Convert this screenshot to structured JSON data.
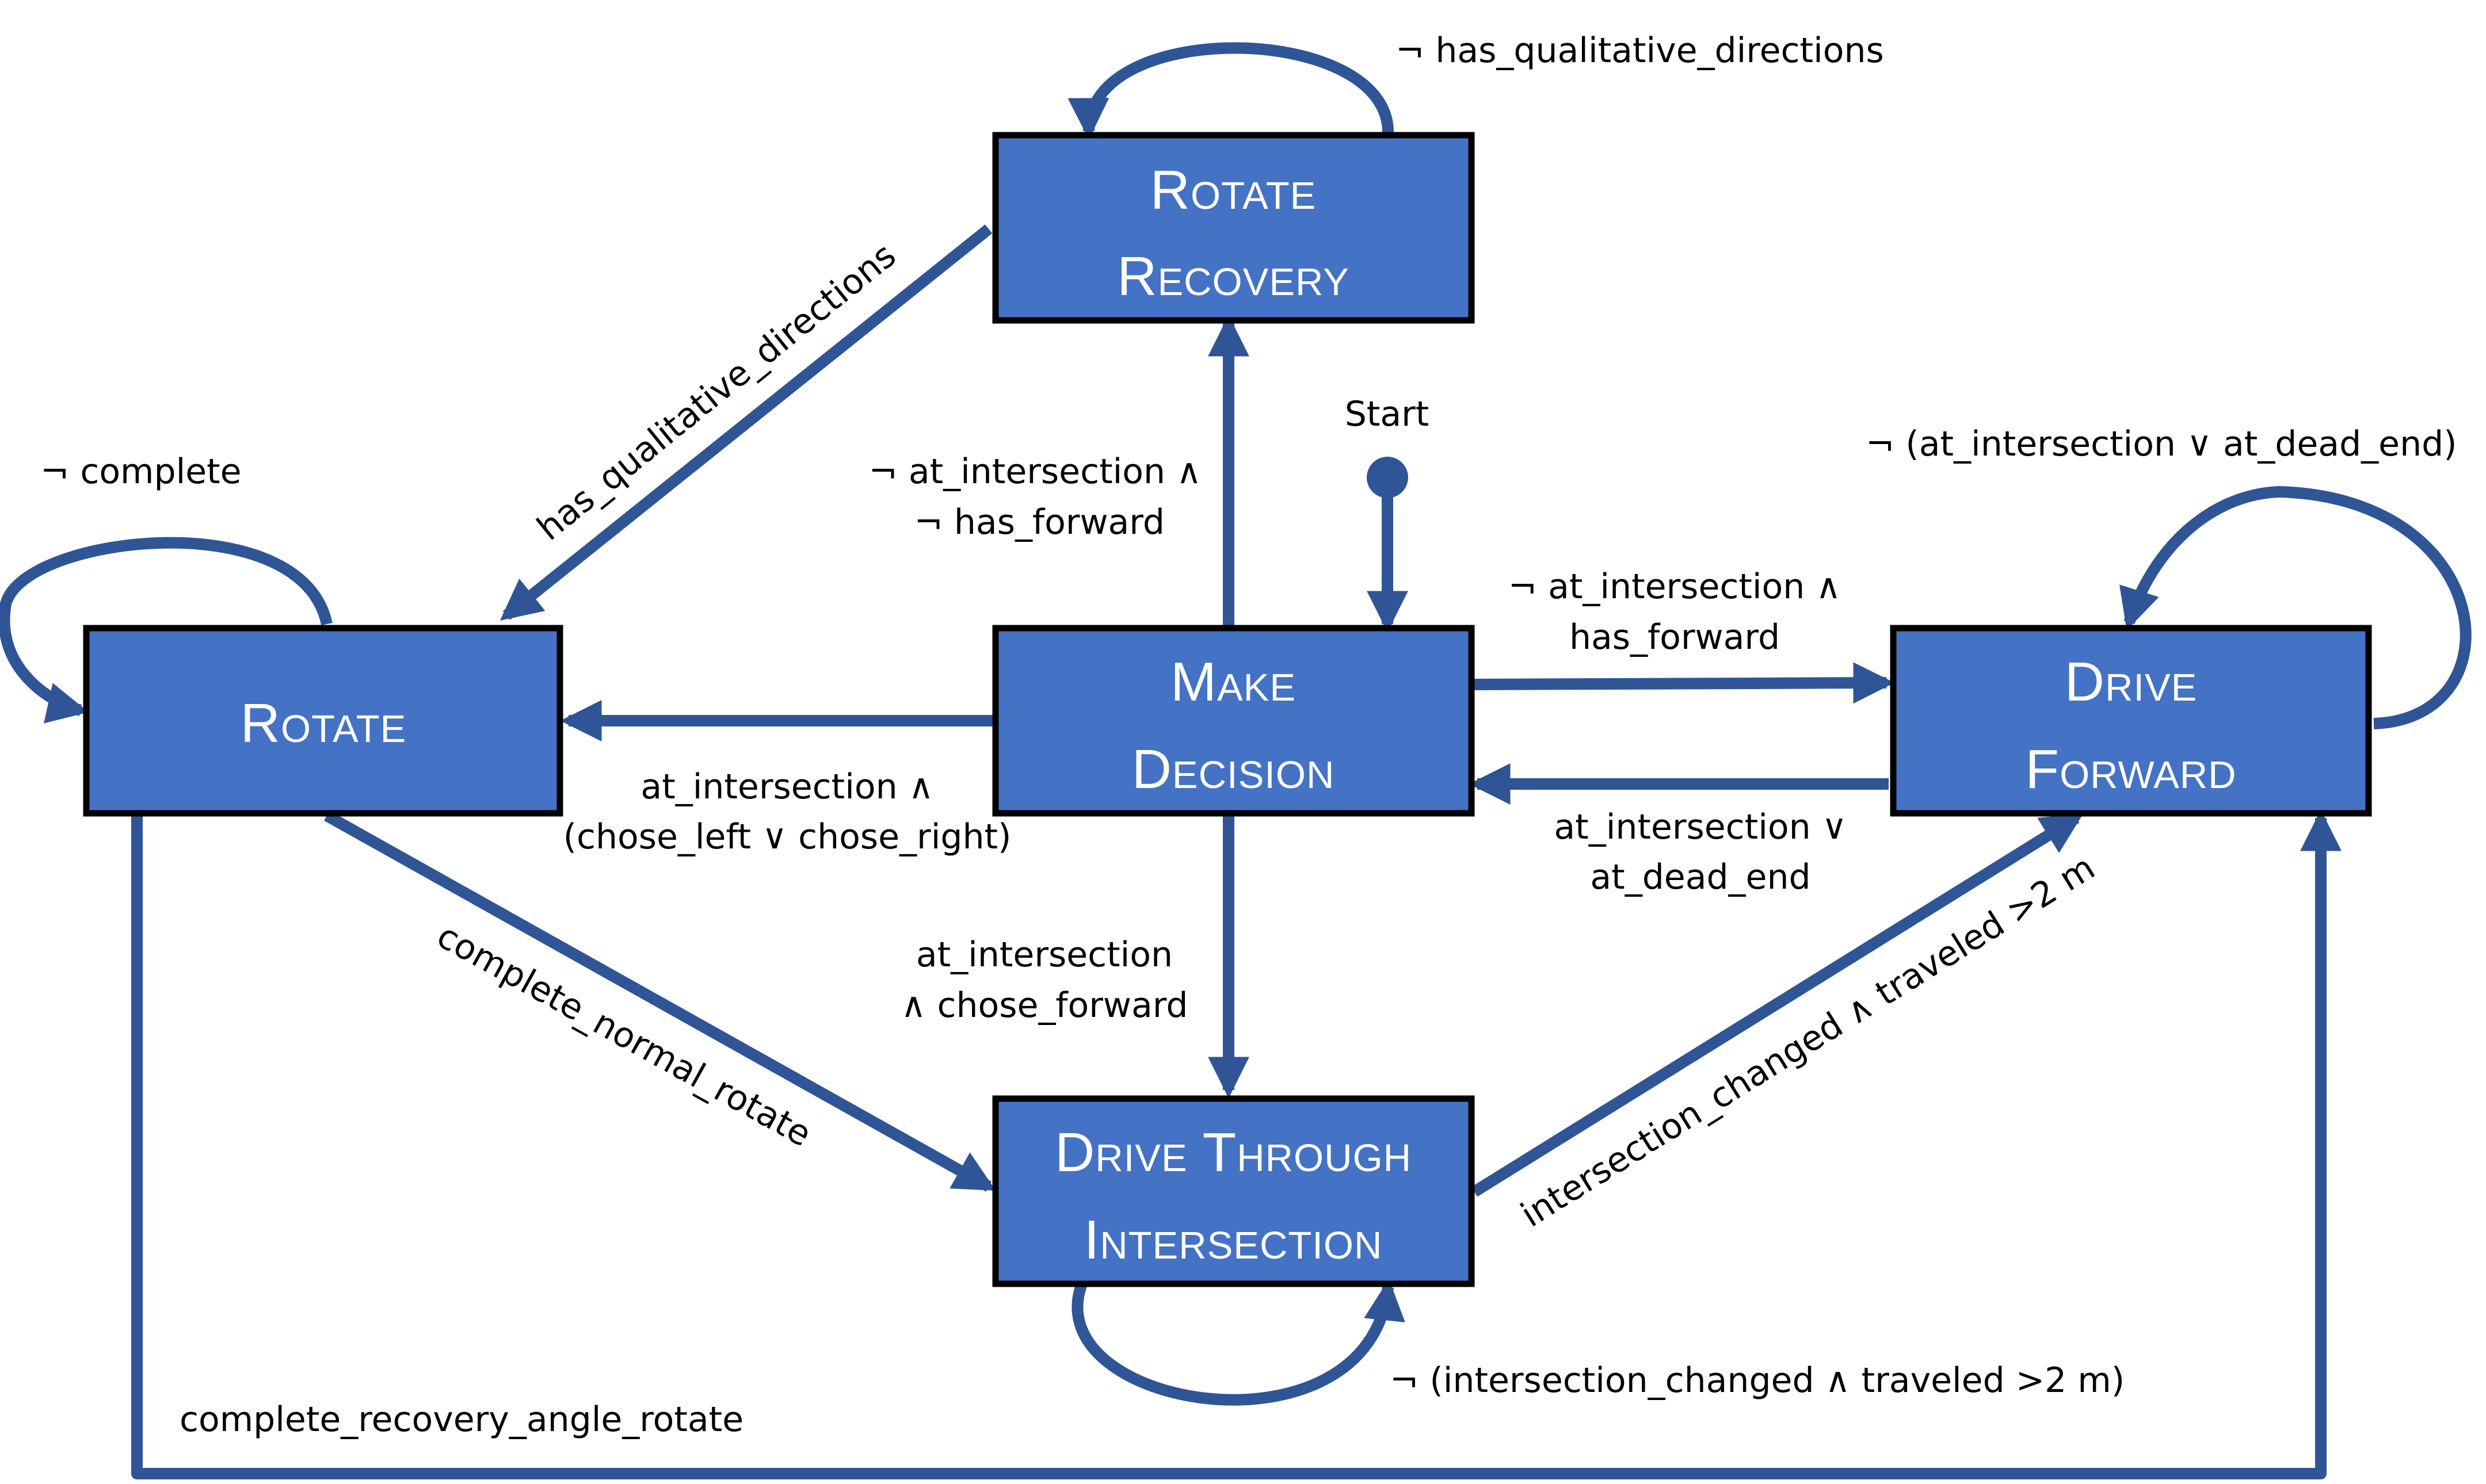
{
  "colors": {
    "state_fill": "#4472C4",
    "state_border": "#000000",
    "arrow": "#2F5597",
    "label_text": "#000000"
  },
  "start": {
    "label": "Start"
  },
  "states": {
    "rotate_recovery": {
      "line1": "Rotate",
      "line2": "Recovery"
    },
    "rotate": {
      "line1": "Rotate"
    },
    "make_decision": {
      "line1": "Make",
      "line2": "Decision"
    },
    "drive_forward": {
      "line1": "Drive",
      "line2": "Forward"
    },
    "drive_through": {
      "line1": "Drive Through",
      "line2": "Intersection"
    }
  },
  "transitions": {
    "rr_self": "¬ has_qualitative_directions",
    "rr_to_rotate": "has_qualitative_directions",
    "rotate_self": "¬ complete",
    "md_to_rr_1": "¬ at_intersection ∧",
    "md_to_rr_2": "¬ has_forward",
    "df_self": "¬ (at_intersection ∨ at_dead_end)",
    "md_to_df_1": "¬ at_intersection ∧",
    "md_to_df_2": "has_forward",
    "md_to_rotate_1": "at_intersection ∧",
    "md_to_rotate_2": "(chose_left ∨ chose_right)",
    "df_to_md_1": "at_intersection ∨",
    "df_to_md_2": "at_dead_end",
    "md_to_dt_1": "at_intersection",
    "md_to_dt_2": "∧ chose_forward",
    "rotate_to_dt": "complete_normal_rotate",
    "dt_to_df": "intersection_changed ∧ traveled >2 m",
    "dt_self": "¬ (intersection_changed ∧ traveled >2 m)",
    "rotate_to_df": "complete_recovery_angle_rotate"
  }
}
